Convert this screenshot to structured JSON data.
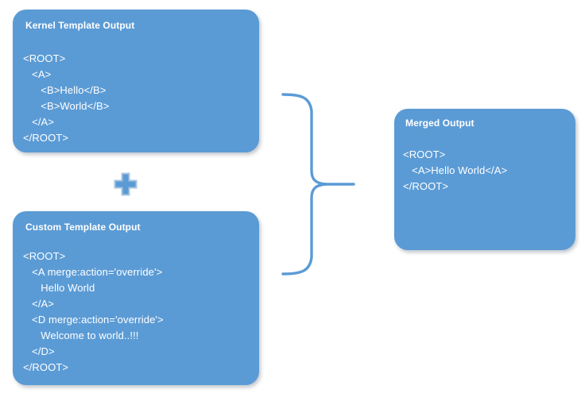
{
  "diagram": {
    "title": "XML template merge diagram",
    "colors": {
      "card_fill": "#5B9BD5",
      "card_text": "#FFFFFF",
      "connector": "#5B9BD5",
      "plus_fill": "#5B9BD5",
      "plus_border": "#A9C4DE",
      "background": "#FFFFFF"
    },
    "cards": [
      {
        "id": "kernel-template-output",
        "title": "Kernel Template Output",
        "body": "<ROOT>\n   <A>\n      <B>Hello</B>\n      <B>World</B>\n   </A>\n</ROOT>"
      },
      {
        "id": "custom-template-output",
        "title": "Custom Template Output",
        "body": "<ROOT>\n   <A merge:action='override'>\n      Hello World\n   </A>\n   <D merge:action='override'>\n      Welcome to world..!!!\n   </D>\n</ROOT>"
      },
      {
        "id": "merged-output",
        "title": "Merged Output",
        "body": "<ROOT>\n   <A>Hello World</A>\n</ROOT>"
      }
    ],
    "operators": [
      {
        "id": "plus",
        "symbol": "+",
        "icon": "plus-icon"
      }
    ],
    "connectors": [
      {
        "id": "merge-brace",
        "icon": "curly-brace-right-icon",
        "from": [
          "kernel-template-output",
          "custom-template-output"
        ],
        "to": "merged-output"
      }
    ]
  }
}
